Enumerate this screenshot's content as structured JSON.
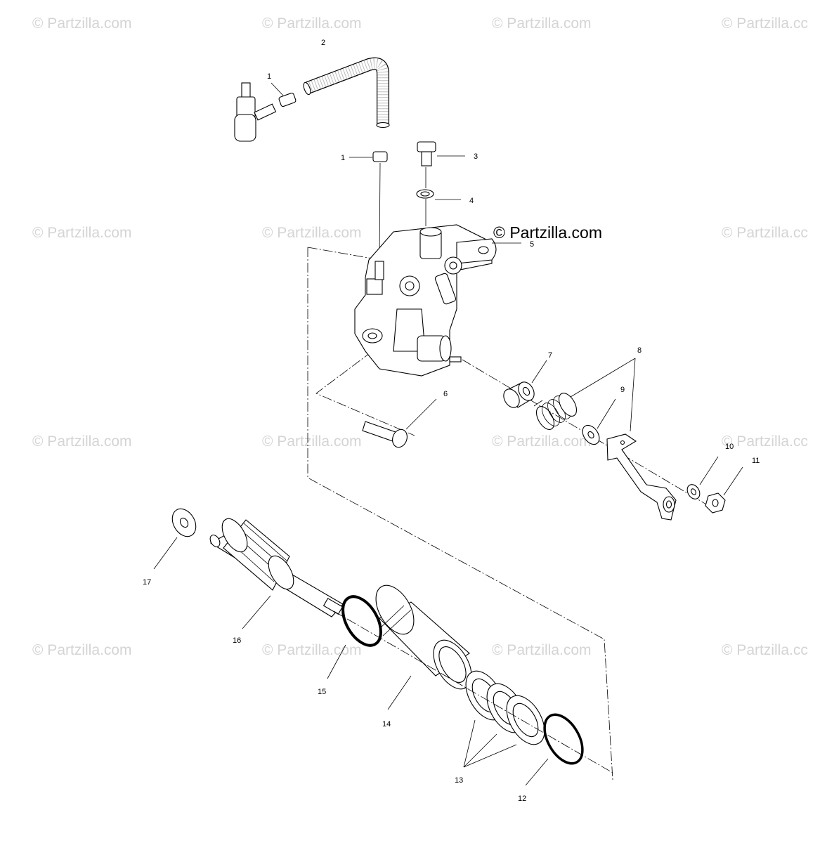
{
  "watermark": {
    "text": "© Partzilla.com",
    "text_clipped": "© Partzilla.cc",
    "color": "#d4d4d4"
  },
  "brand_label": "© Partzilla.com",
  "callouts": [
    {
      "id": "c1a",
      "label": "1"
    },
    {
      "id": "c1b",
      "label": "1"
    },
    {
      "id": "c2",
      "label": "2"
    },
    {
      "id": "c3",
      "label": "3"
    },
    {
      "id": "c4",
      "label": "4"
    },
    {
      "id": "c5",
      "label": "5"
    },
    {
      "id": "c6",
      "label": "6"
    },
    {
      "id": "c7",
      "label": "7"
    },
    {
      "id": "c8",
      "label": "8"
    },
    {
      "id": "c9",
      "label": "9"
    },
    {
      "id": "c10",
      "label": "10"
    },
    {
      "id": "c11",
      "label": "11"
    },
    {
      "id": "c12",
      "label": "12"
    },
    {
      "id": "c13",
      "label": "13"
    },
    {
      "id": "c14",
      "label": "14"
    },
    {
      "id": "c15",
      "label": "15"
    },
    {
      "id": "c16",
      "label": "16"
    },
    {
      "id": "c17",
      "label": "17"
    }
  ]
}
